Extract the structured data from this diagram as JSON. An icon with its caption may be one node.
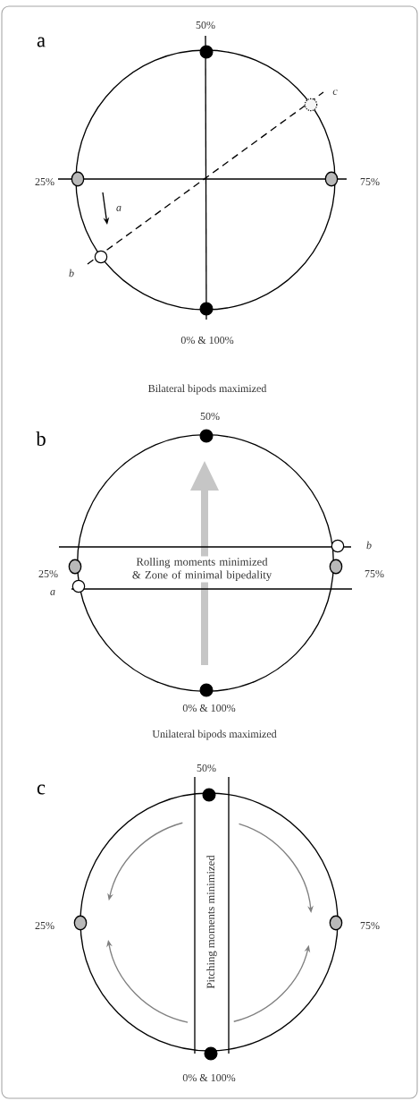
{
  "diagram": {
    "labels": [
      "a",
      "50%",
      "c",
      "25%",
      "75%",
      "a",
      "b",
      "0% & 100%",
      "Bilateral bipods maximized",
      "b",
      "50%",
      "b",
      "Rolling moments minimized & Zone of minimal bipedality",
      "25%",
      "75%",
      "a",
      "0% & 100%",
      "Unilateral bipods maximized",
      "c",
      "50%",
      "25%",
      "75%",
      "Pitching moments minimized",
      "0% & 100%"
    ]
  }
}
